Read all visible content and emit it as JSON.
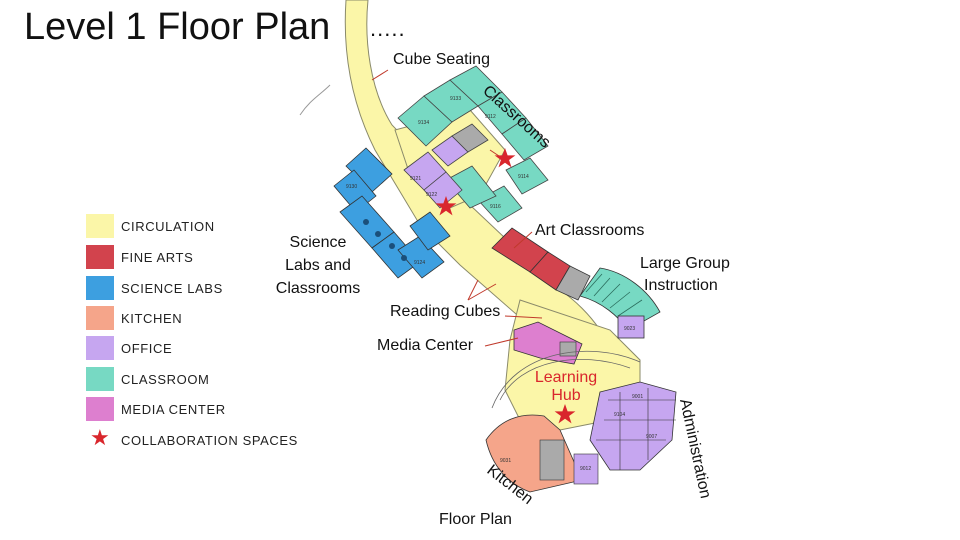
{
  "title": "Level 1 Floor Plan",
  "title_suffix": ".....",
  "caption": "Floor Plan",
  "colors": {
    "circulation": "#fbf6a8",
    "fine_arts": "#d2434d",
    "science_labs": "#3d9fe0",
    "kitchen": "#f5a58a",
    "office": "#c6a6f0",
    "classroom": "#77d9c3",
    "media_center": "#dd7fcf",
    "collaboration": "#d9262c"
  },
  "legend": [
    {
      "label": "CIRCULATION",
      "color": "#fbf6a8",
      "icon": "swatch"
    },
    {
      "label": "FINE ARTS",
      "color": "#d2434d",
      "icon": "swatch"
    },
    {
      "label": "SCIENCE LABS",
      "color": "#3d9fe0",
      "icon": "swatch"
    },
    {
      "label": "KITCHEN",
      "color": "#f5a58a",
      "icon": "swatch"
    },
    {
      "label": "OFFICE",
      "color": "#c6a6f0",
      "icon": "swatch"
    },
    {
      "label": "CLASSROOM",
      "color": "#77d9c3",
      "icon": "swatch"
    },
    {
      "label": "MEDIA CENTER",
      "color": "#dd7fcf",
      "icon": "swatch"
    },
    {
      "label": "COLLABORATION SPACES",
      "color": "#d9262c",
      "icon": "star-icon"
    }
  ],
  "labels": {
    "cube_seating": "Cube Seating",
    "classrooms": "Classrooms",
    "art_classrooms": "Art Classrooms",
    "large_group_line1": "Large Group",
    "large_group_line2": "Instruction",
    "science_line1": "Science",
    "science_line2": "Labs and",
    "science_line3": "Classrooms",
    "reading_cubes": "Reading Cubes",
    "media_center": "Media Center",
    "hub_line1": "Learning",
    "hub_line2": "Hub",
    "administration": "Administration",
    "kitchen": "Kitchen"
  },
  "star_glyph": "★"
}
